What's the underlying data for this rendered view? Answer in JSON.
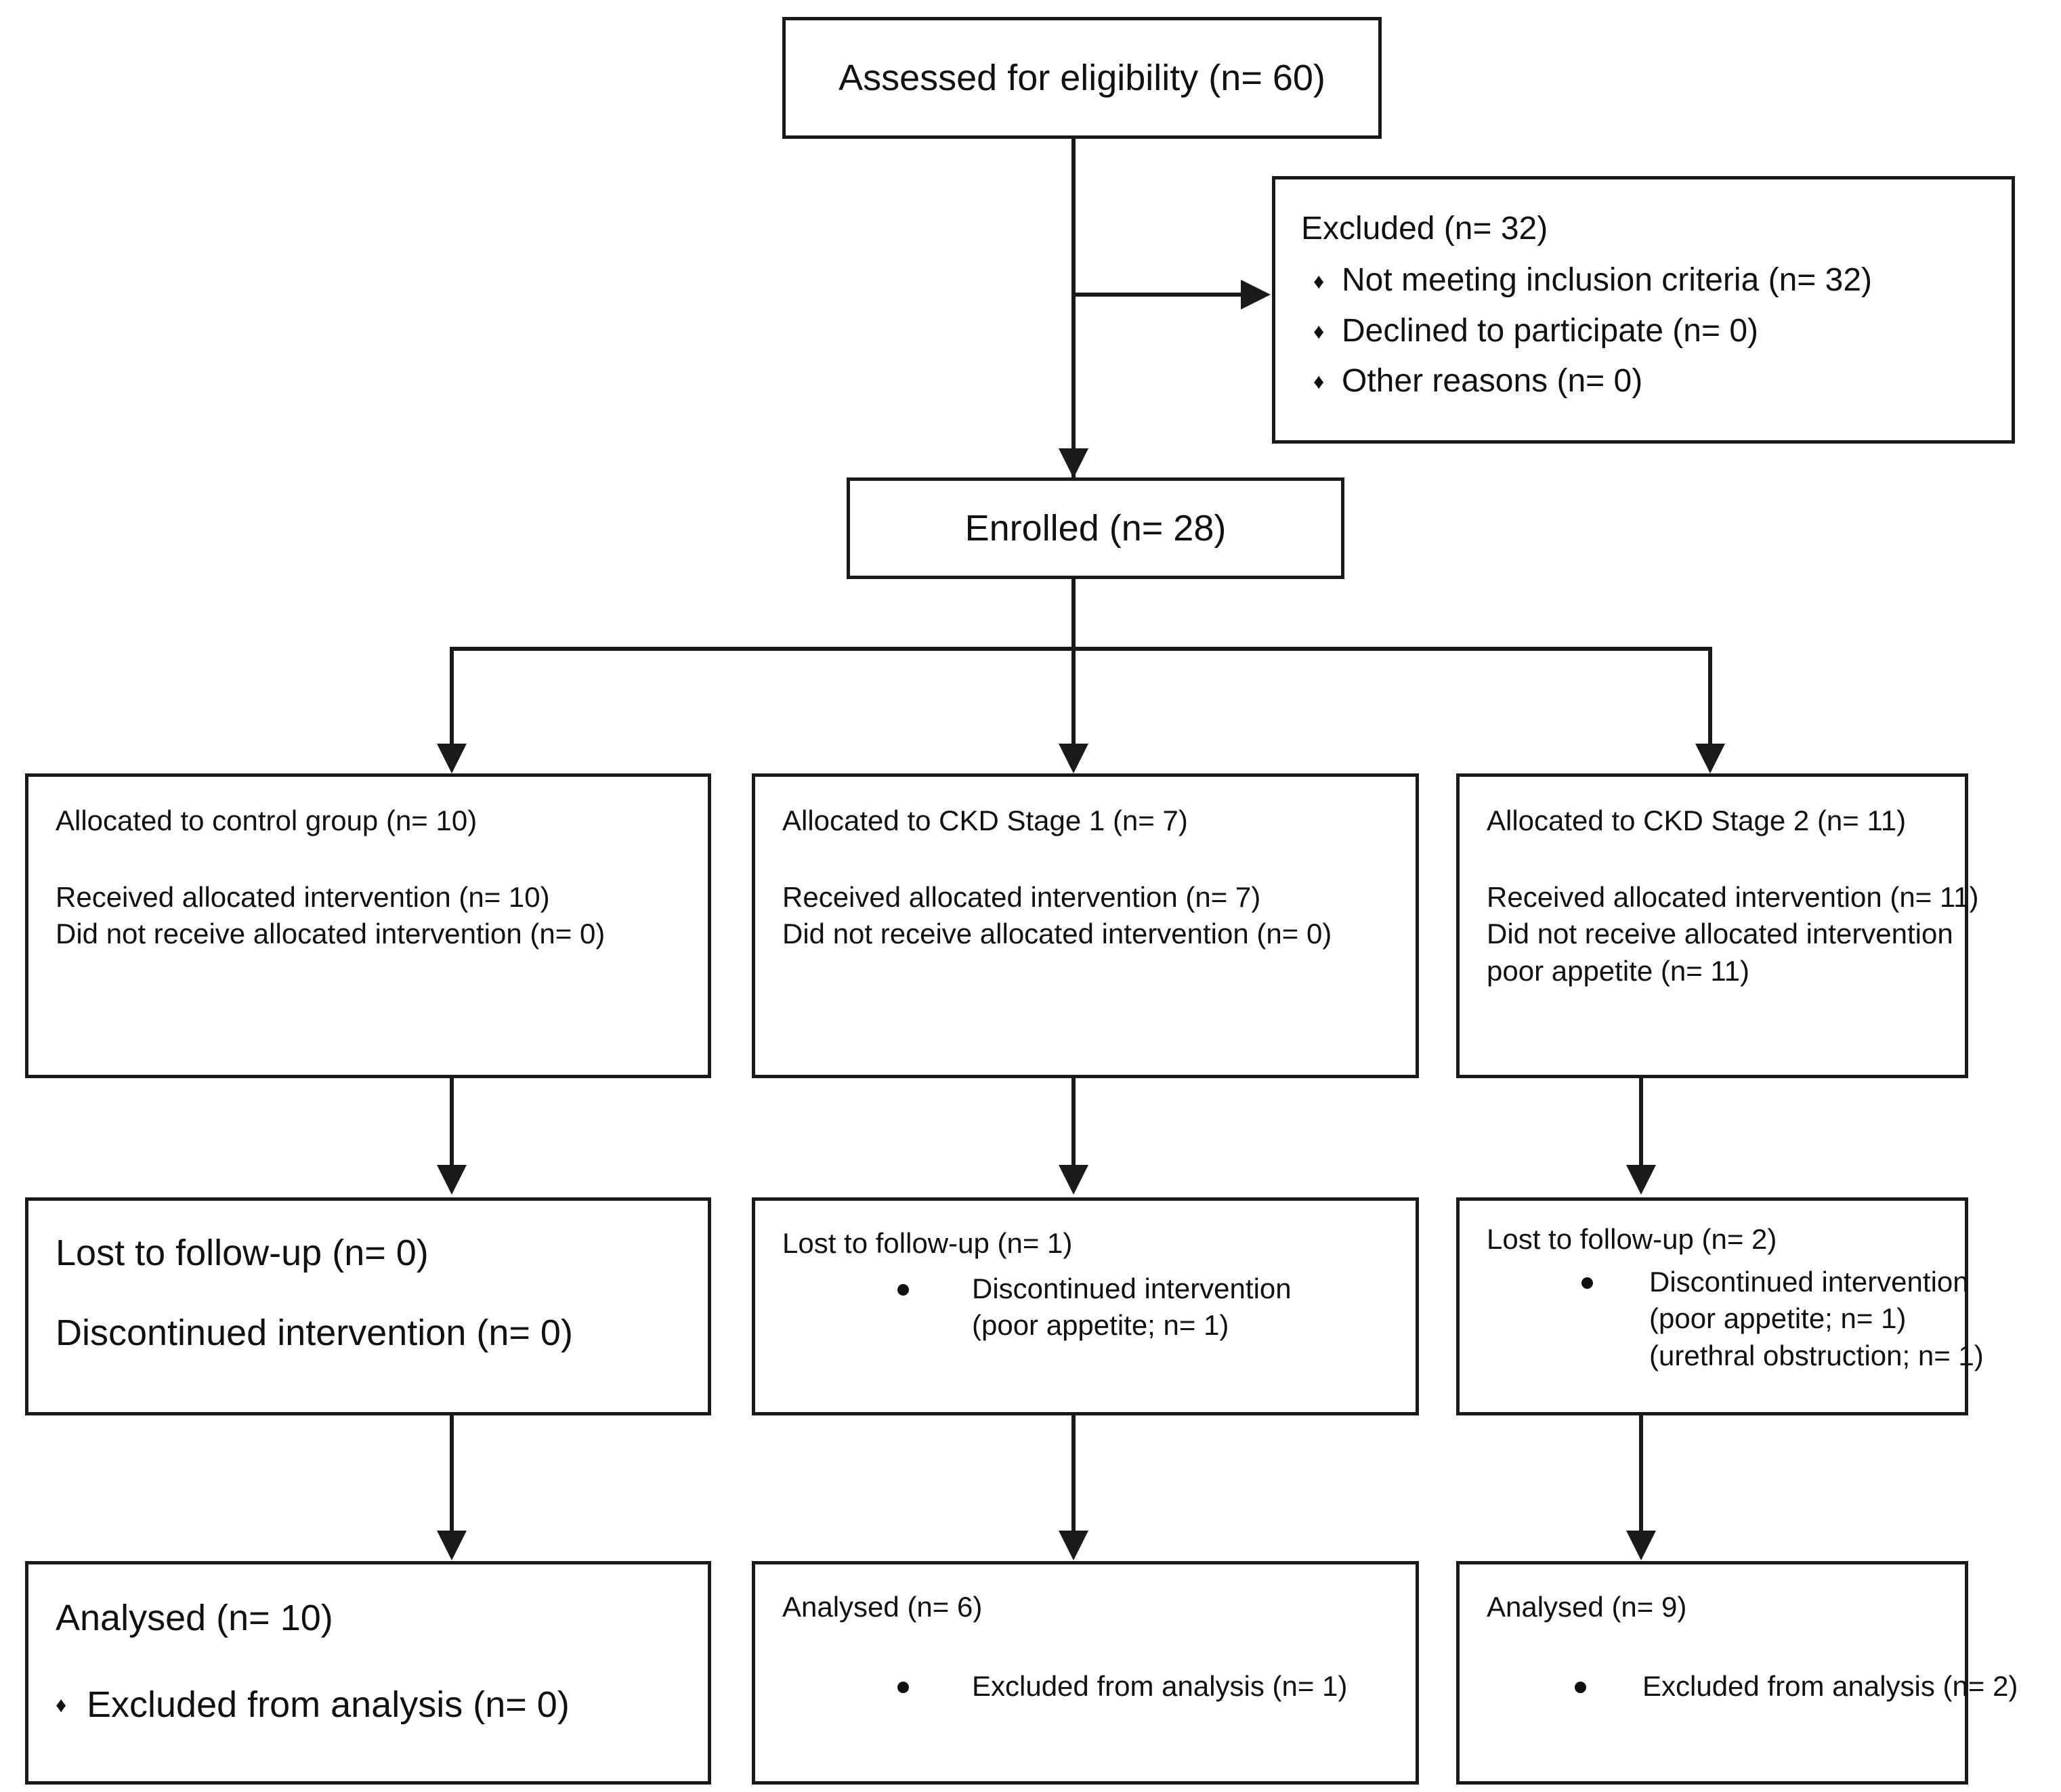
{
  "diagram": {
    "type": "consort-flow-diagram",
    "title": "CONSORT participant flow diagram"
  },
  "enrollment": {
    "assessed": "Assessed for eligibility (n= 60)",
    "excluded": {
      "heading": "Excluded (n= 32)",
      "reasons": [
        "Not meeting inclusion criteria (n= 32)",
        "Declined to participate (n= 0)",
        "Other reasons (n= 0)"
      ],
      "bullet_glyph": "♦"
    },
    "enrolled": "Enrolled (n= 28)"
  },
  "allocation": [
    {
      "allocated": "Allocated to control group (n= 10)",
      "received": "Received allocated intervention (n= 10)",
      "not_received_line1": "Did not receive allocated intervention (n= 0)",
      "not_received_line2": ""
    },
    {
      "allocated": "Allocated to CKD Stage 1 (n= 7)",
      "received": "Received allocated intervention (n= 7)",
      "not_received_line1": "Did not receive allocated intervention (n= 0)",
      "not_received_line2": ""
    },
    {
      "allocated": "Allocated to CKD Stage 2 (n= 11)",
      "received": "Received allocated intervention (n= 11)",
      "not_received_line1": "Did not receive allocated intervention",
      "not_received_line2": "poor appetite (n= 11)"
    }
  ],
  "followup": [
    {
      "lost": "Lost to follow-up (n= 0)",
      "discontinued_plain": "Discontinued intervention (n= 0)",
      "bullet_title": "",
      "bullet_detail_1": "",
      "bullet_detail_2": ""
    },
    {
      "lost": "Lost to follow-up (n= 1)",
      "discontinued_plain": "",
      "bullet_title": "Discontinued intervention",
      "bullet_detail_1": "(poor appetite; n= 1)",
      "bullet_detail_2": ""
    },
    {
      "lost": "Lost to follow-up (n= 2)",
      "discontinued_plain": "",
      "bullet_title": "Discontinued intervention",
      "bullet_detail_1": "(poor appetite; n= 1)",
      "bullet_detail_2": "(urethral obstruction; n= 1)"
    }
  ],
  "analysis": [
    {
      "analysed": "Analysed (n= 10)",
      "excluded_from_analysis": "Excluded from analysis (n= 0)",
      "bullet_glyph": "♦"
    },
    {
      "analysed": "Analysed (n= 6)",
      "excluded_from_analysis": "Excluded from analysis (n= 1)",
      "bullet_glyph": "•"
    },
    {
      "analysed": "Analysed (n= 9)",
      "excluded_from_analysis": "Excluded from analysis (n= 2)",
      "bullet_glyph": "•"
    }
  ],
  "style": {
    "line_color": "#1a1a1a",
    "text_color": "#111111",
    "background": "#ffffff"
  }
}
